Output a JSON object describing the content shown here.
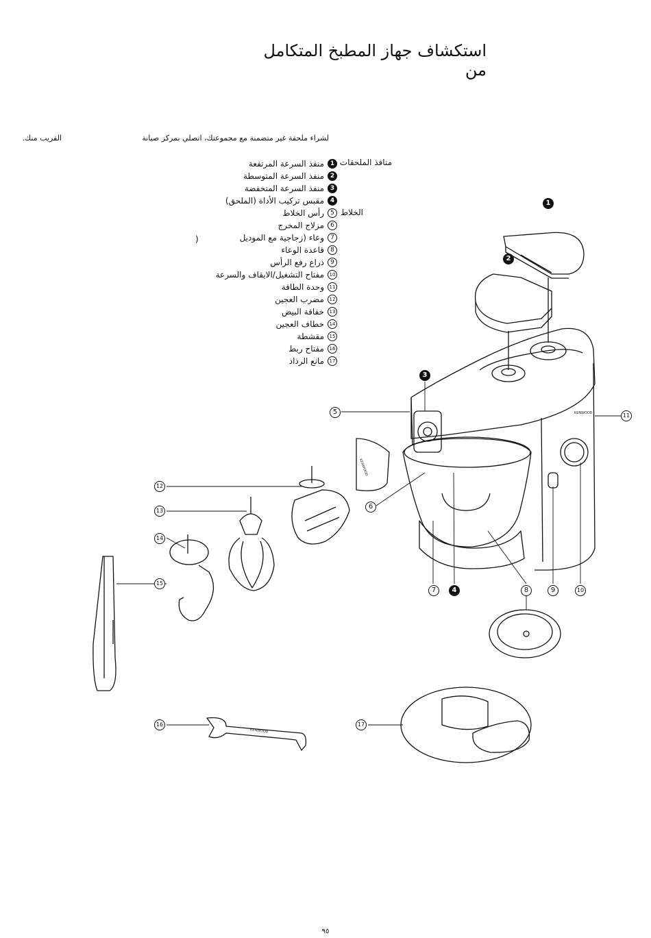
{
  "title": "استكشاف جهاز المطبخ المتكامل من",
  "intro": {
    "main": "لشراء ملحقة غير متضمنة مع مجموعتك، اتصلي بمركز صيانة",
    "tail": "القريب منك."
  },
  "legend": {
    "outlets_heading": "منافذ الملحقات",
    "mixer_heading": "الخلاط",
    "bracket": ")",
    "items": [
      {
        "num": "1",
        "style": "solid",
        "label": "منفذ السرعة المرتفعة"
      },
      {
        "num": "2",
        "style": "solid",
        "label": "منفذ السرعة المتوسطة"
      },
      {
        "num": "3",
        "style": "solid",
        "label": "منفذ السرعة المنخفضة"
      },
      {
        "num": "4",
        "style": "solid",
        "label": "مقبس تركيب الأداة (الملحق)"
      },
      {
        "num": "5",
        "style": "outline",
        "label": "رأس الخلاط"
      },
      {
        "num": "6",
        "style": "outline",
        "label": "مزلاج المخرج"
      },
      {
        "num": "7",
        "style": "outline",
        "label": "وعاء (زجاجية مع الموديل"
      },
      {
        "num": "8",
        "style": "outline",
        "label": "قاعدة الوعاء"
      },
      {
        "num": "9",
        "style": "outline",
        "label": "ذراع رفع الرأس"
      },
      {
        "num": "10",
        "style": "outline",
        "label": "مفتاح التشغيل/الايقاف والسرعة"
      },
      {
        "num": "11",
        "style": "outline",
        "label": "وحدة الطاقة"
      },
      {
        "num": "12",
        "style": "outline",
        "label": "مضرب العجين"
      },
      {
        "num": "13",
        "style": "outline",
        "label": "خفاقة البيض"
      },
      {
        "num": "14",
        "style": "outline",
        "label": "خطاف العجين"
      },
      {
        "num": "15",
        "style": "outline",
        "label": "مقشطة"
      },
      {
        "num": "16",
        "style": "outline",
        "label": "مفتاح ربط"
      },
      {
        "num": "17",
        "style": "outline",
        "label": "مانع الرذاذ"
      }
    ]
  },
  "illustration": {
    "brand_text": "KENWOOD",
    "labels": [
      "1",
      "2",
      "3",
      "5",
      "11",
      "6",
      "12",
      "13",
      "14",
      "15",
      "7",
      "4",
      "8",
      "9",
      "10",
      "16",
      "17"
    ]
  },
  "page_number": "٩٥"
}
